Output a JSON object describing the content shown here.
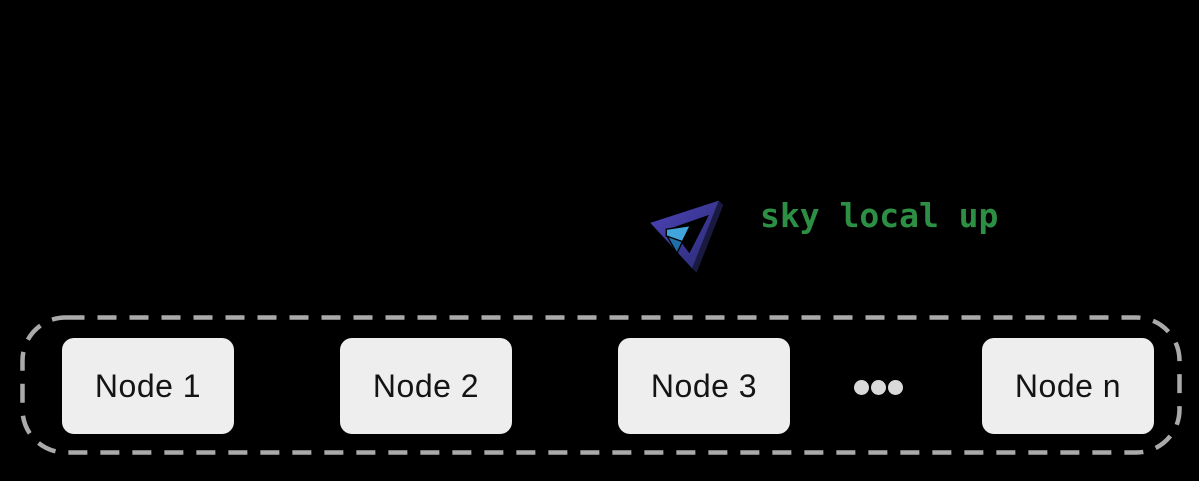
{
  "scene": {
    "background": "#000000",
    "description": "SkyPilot local cluster diagram: running `sky local up` on a set of nodes"
  },
  "command": {
    "label": "sky local up",
    "color": "#2d8f43"
  },
  "logo": {
    "name": "SkyPilot paper-plane logo",
    "colors": {
      "indigo_light": "#4d44b8",
      "indigo_dark": "#2a2b74",
      "shadow": "#1a1a40",
      "fold_light": "#41a4da",
      "fold_dark": "#1f6fa9"
    }
  },
  "cluster": {
    "border_color": "#aaaaaa",
    "node_fill": "#eeeeee",
    "node_text_color": "#141414",
    "ellipsis_color": "#d9d9d9",
    "ellipsis_dot_count": 3,
    "nodes": [
      {
        "label": "Node 1"
      },
      {
        "label": "Node 2"
      },
      {
        "label": "Node 3"
      },
      {
        "label": "Node n"
      }
    ]
  }
}
